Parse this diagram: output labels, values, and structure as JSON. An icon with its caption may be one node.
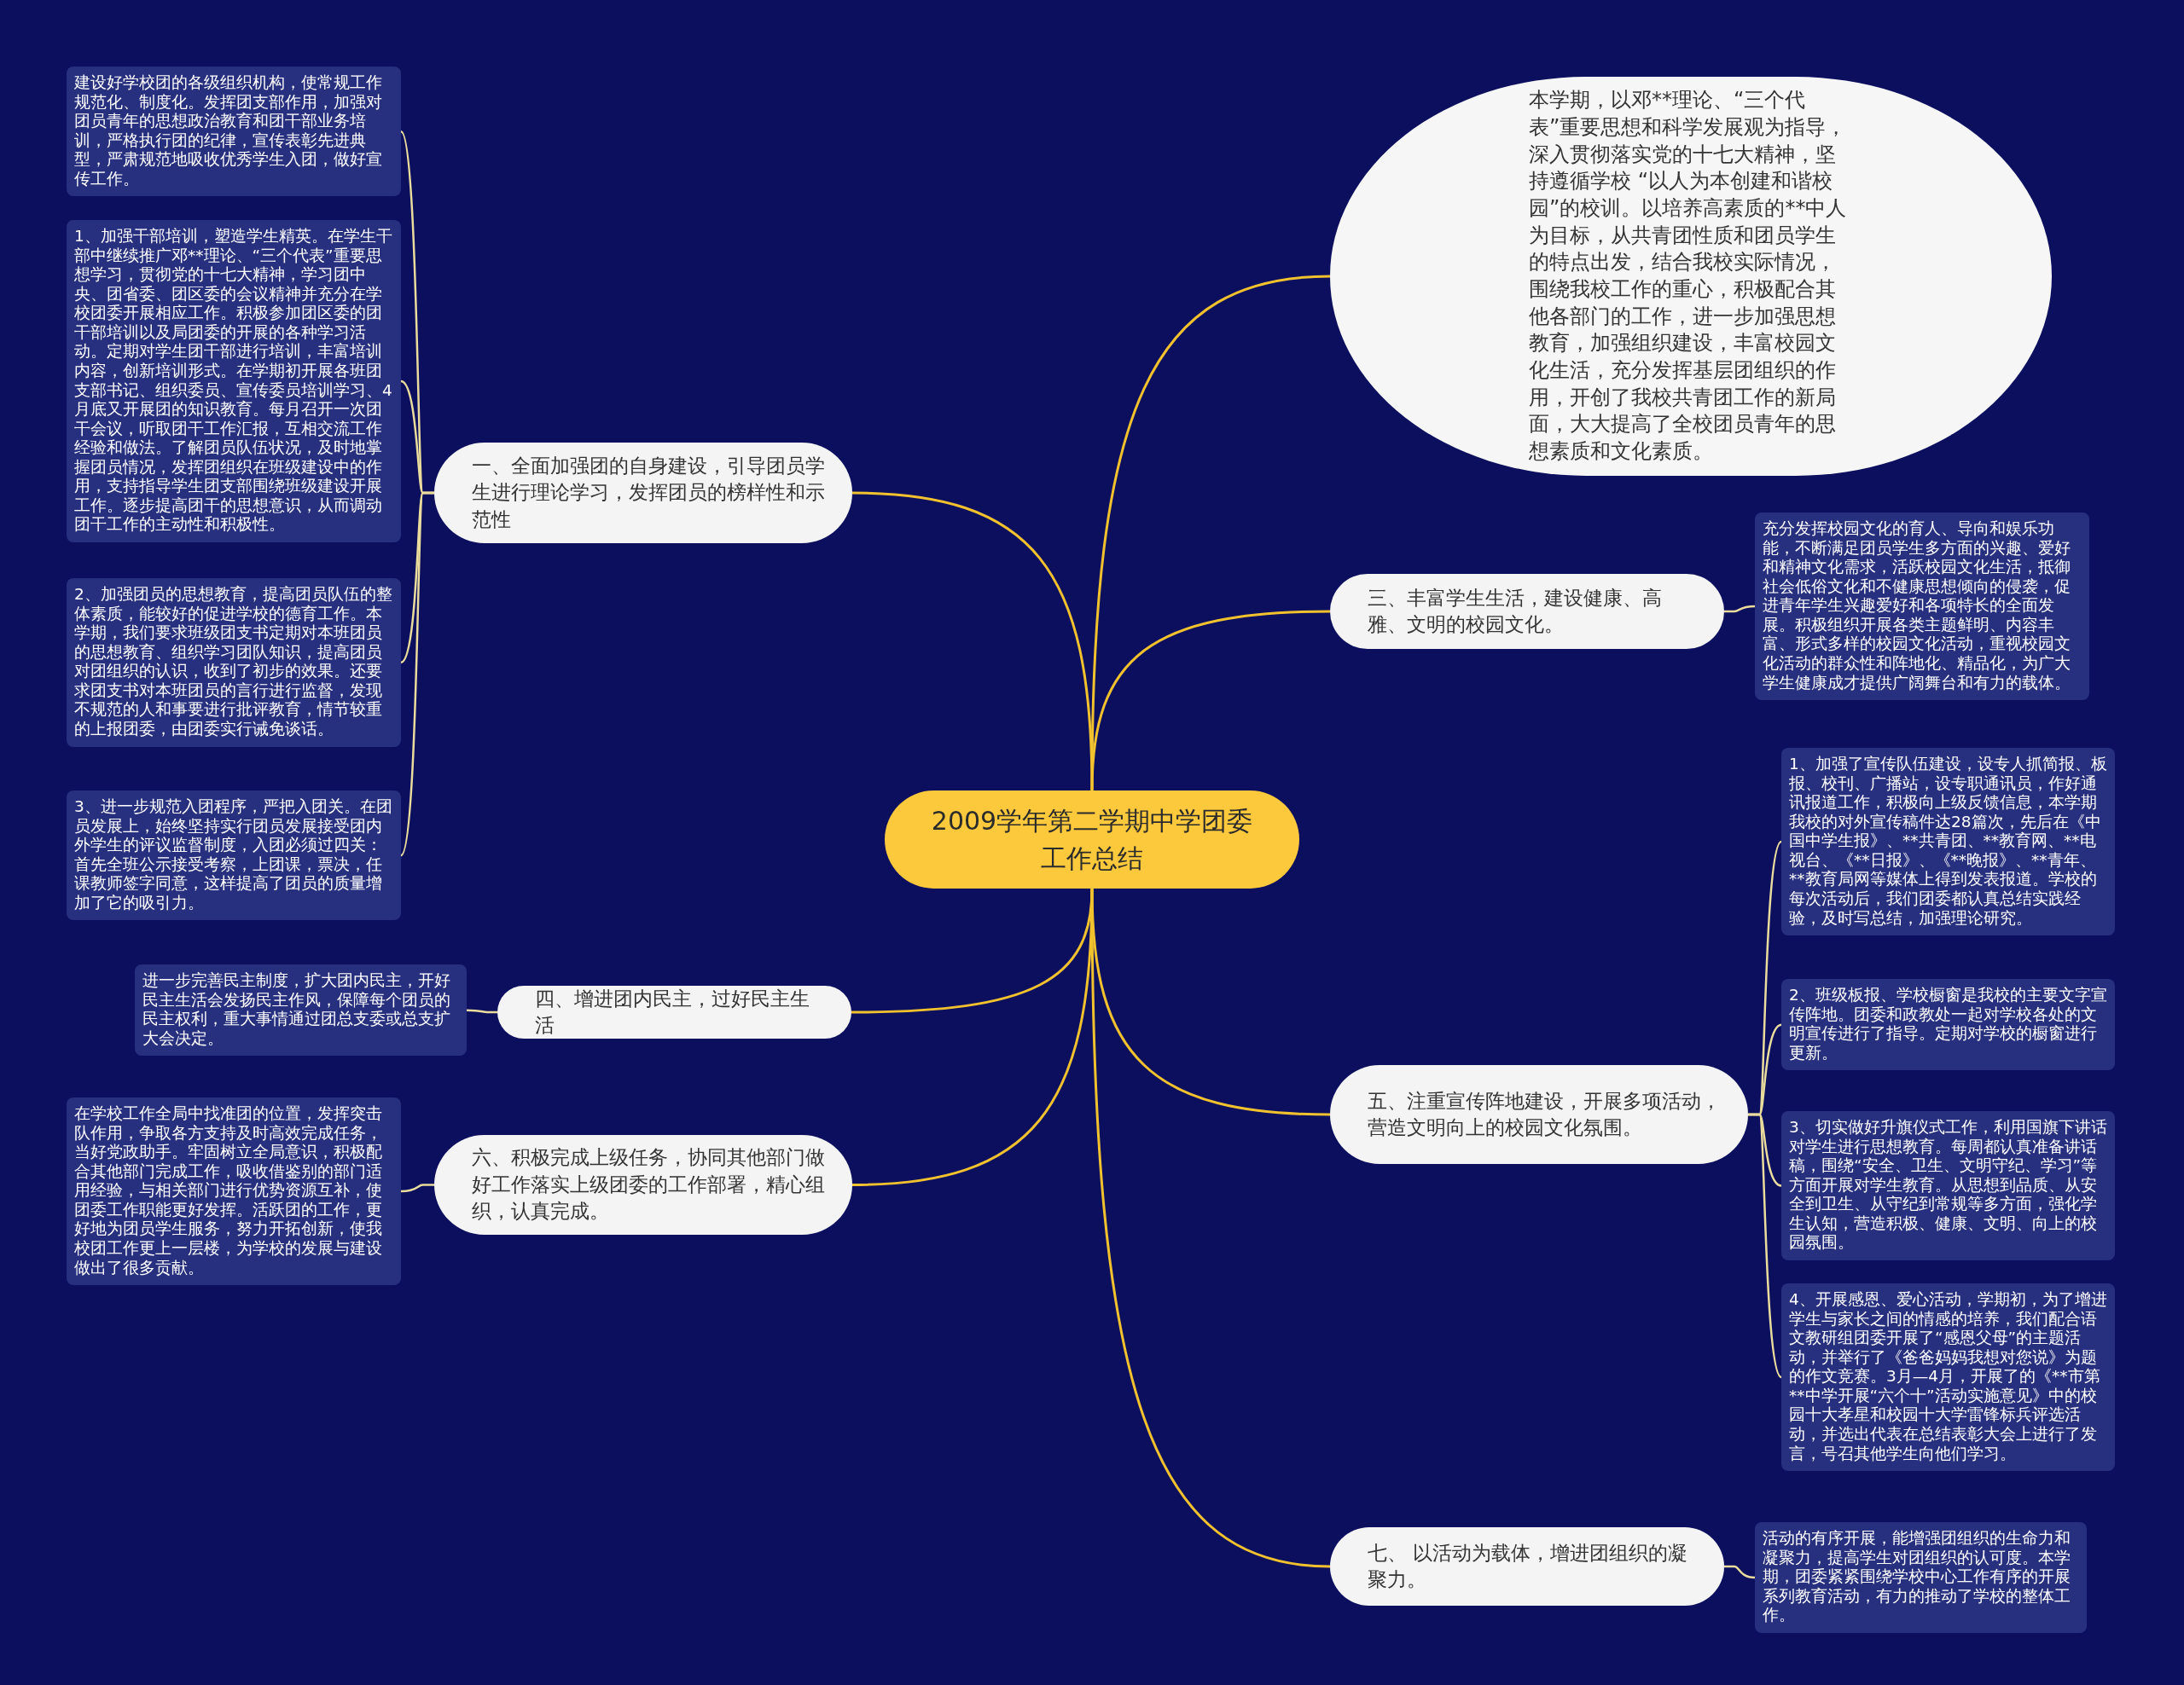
{
  "diagram": {
    "nodes": [
      {
        "text": [
          "2009学年第二学期中学团委工作总结"
        ]
      },
      {
        "text": [
          "一、全面加强团的自身建设，引导团员学生进行理论学习，发挥团员的榜样性和示范性"
        ]
      },
      {
        "text": [
          "建设好学校团的各级组织机构，使常规工作规范化、制度化。发挥团支部作用，加强对团员青年的思想政治教育和团干部业务培训，严格执行团的纪律，宣传表彰先进典型，严肃规范地吸收优秀学生入团，做好宣传工作。"
        ]
      },
      {
        "text": [
          "1、加强干部培训，塑造学生精英。在学生干部中继续推广邓**理论、“三个代表”重要思想学习，贯彻党的十七大精神，学习团中央、团省委、团区委的会议精神并充分在学校团委开展相应工作。积极参加团区委的团干部培训以及局团委的开展的各种学习活动。定期对学生团干部进行培训，丰富培训内容，创新培训形式。在学期初开展各班团支部书记、组织委员、宣传委员培训学习、4月底又开展团的知识教育。每月召开一次团干会议，听取团干工作汇报，互相交流工作经验和做法。了解团员队伍状况，及时地掌握团员情况，发挥团组织在班级建设中的作用，支持指导学生团支部围绕班级建设开展工作。逐步提高团干的思想意识，从而调动团干工作的主动性和积极性。"
        ]
      },
      {
        "text": [
          "2、加强团员的思想教育，提高团员队伍的整体素质，能较好的促进学校的德育工作。本学期，我们要求班级团支书定期对本班团员的思想教育、组织学习团队知识，提高团员对团组织的认识，收到了初步的效果。还要求团支书对本班团员的言行进行监督，发现不规范的人和事要进行批评教育，情节较重的上报团委，由团委实行诫免谈话。"
        ]
      },
      {
        "text": [
          "3、进一步规范入团程序，严把入团关。在团员发展上，始终坚持实行团员发展接受团内外学生的评议监督制度，入团必须过四关：首先全班公示接受考察，上团课，票决，任课教师签字同意，这样提高了团员的质量增加了它的吸引力。"
        ]
      },
      {
        "text": [
          "本学期，以邓**理论、“三个代表”重要思想和科学发展观为指导，深入贯彻落实党的十七大精神，坚持遵循学校 “以人为本创建和谐校园”的校训。以培养高素质的**中人为目标，从共青团性质和团员学生的特点出发，结合我校实际情况，围绕我校工作的重心，积极配合其他各部门的工作，进一步加强思想教育，加强组织建设，丰富校园文化生活，充分发挥基层团组织的作用，开创了我校共青团工作的新局面，大大提高了全校团员青年的思想素质和文化素质。"
        ]
      },
      {
        "text": [
          "三、丰富学生生活，建设健康、高雅、文明的校园文化。"
        ]
      },
      {
        "text": [
          "充分发挥校园文化的育人、导向和娱乐功能，不断满足团员学生多方面的兴趣、爱好和精神文化需求，活跃校园文化生活，抵御社会低俗文化和不健康思想倾向的侵袭，促进青年学生兴趣爱好和各项特长的全面发展。积极组织开展各类主题鲜明、内容丰富、形式多样的校园文化活动，重视校园文化活动的群众性和阵地化、精品化，为广大学生健康成才提供广阔舞台和有力的载体。"
        ]
      },
      {
        "text": [
          "四、增进团内民主，过好民主生活"
        ]
      },
      {
        "text": [
          "进一步完善民主制度，扩大团内民主，开好民主生活会发扬民主作风，保障每个团员的民主权利，重大事情通过团总支委或总支扩大会决定。"
        ]
      },
      {
        "text": [
          "五、注重宣传阵地建设，开展多项活动，营造文明向上的校园文化氛围。"
        ]
      },
      {
        "text": [
          "1、加强了宣传队伍建设，设专人抓简报、板报、校刊、广播站，设专职通讯员，作好通讯报道工作，积极向上级反馈信息，本学期我校的对外宣传稿件达28篇次，先后在《中国中学生报》、**共青团、**教育网、**电视台、《**日报》、《**晚报》、**青年、**教育局网等媒体上得到发表报道。学校的每次活动后，我们团委都认真总结实践经验，及时写总结，加强理论研究。"
        ]
      },
      {
        "text": [
          "2、班级板报、学校橱窗是我校的主要文字宣传阵地。团委和政教处一起对学校各处的文明宣传进行了指导。定期对学校的橱窗进行更新。"
        ]
      },
      {
        "text": [
          "3、切实做好升旗仪式工作，利用国旗下讲话对学生进行思想教育。每周都认真准备讲话稿，围绕“安全、卫生、文明守纪、学习”等方面开展对学生教育。从思想到品质、从安全到卫生、从守纪到常规等多方面，强化学生认知，营造积极、健康、文明、向上的校园氛围。"
        ]
      },
      {
        "text": [
          "4、开展感恩、爱心活动，学期初，为了增进学生与家长之间的情感的培养，我们配合语文教研组团委开展了“感恩父母”的主题活动，并举行了《爸爸妈妈我想对您说》为题的作文竞赛。3月—4月，开展了的《**市第**中学开展“六个十”活动实施意见》中的校园十大孝星和校园十大学雷锋标兵评选活动，并选出代表在总结表彰大会上进行了发言，号召其他学生向他们学习。"
        ]
      },
      {
        "text": [
          "六、积极完成上级任务，协同其他部门做好工作落实上级团委的工作部署，精心组织，认真完成。"
        ]
      },
      {
        "text": [
          "在学校工作全局中找准团的位置，发挥突击队作用，争取各方支持及时高效完成任务，当好党政助手。牢固树立全局意识，积极配合其他部门完成工作，吸收借鉴别的部门适用经验，与相关部门进行优势资源互补，使团委工作职能更好发挥。活跃团的工作，更好地为团员学生服务，努力开拓创新，使我校团工作更上一层楼，为学校的发展与建设做出了很多贡献。"
        ]
      },
      {
        "text": [
          "七、 以活动为载体，增进团组织的凝聚力。"
        ]
      },
      {
        "text": [
          "活动的有序开展，能增强团组织的生命力和凝聚力，提高学生对团组织的认可度。本学期，团委紧紧围绕学校中心工作有序的开展系列教育活动，有力的推动了学校的整体工作。"
        ]
      }
    ],
    "edges": [
      {
        "from": 0,
        "to": 1,
        "arrow": "none",
        "color": "#f2c12e"
      },
      {
        "from": 1,
        "to": 2,
        "arrow": "none"
      },
      {
        "from": 1,
        "to": 3,
        "arrow": "none"
      },
      {
        "from": 1,
        "to": 4,
        "arrow": "none"
      },
      {
        "from": 1,
        "to": 5,
        "arrow": "none"
      },
      {
        "from": 0,
        "to": 6,
        "arrow": "none",
        "color": "#f2c12e"
      },
      {
        "from": 0,
        "to": 7,
        "arrow": "none",
        "color": "#f2c12e"
      },
      {
        "from": 7,
        "to": 8,
        "arrow": "none"
      },
      {
        "from": 0,
        "to": 9,
        "arrow": "none",
        "color": "#f2c12e"
      },
      {
        "from": 9,
        "to": 10,
        "arrow": "none"
      },
      {
        "from": 0,
        "to": 11,
        "arrow": "none",
        "color": "#f2c12e"
      },
      {
        "from": 11,
        "to": 12,
        "arrow": "none"
      },
      {
        "from": 11,
        "to": 13,
        "arrow": "none"
      },
      {
        "from": 11,
        "to": 14,
        "arrow": "none"
      },
      {
        "from": 11,
        "to": 15,
        "arrow": "none"
      },
      {
        "from": 0,
        "to": 16,
        "arrow": "none",
        "color": "#f2c12e"
      },
      {
        "from": 16,
        "to": 17,
        "arrow": "none"
      },
      {
        "from": 0,
        "to": 18,
        "arrow": "none",
        "color": "#f2c12e"
      },
      {
        "from": 18,
        "to": 19,
        "arrow": "none"
      }
    ]
  }
}
